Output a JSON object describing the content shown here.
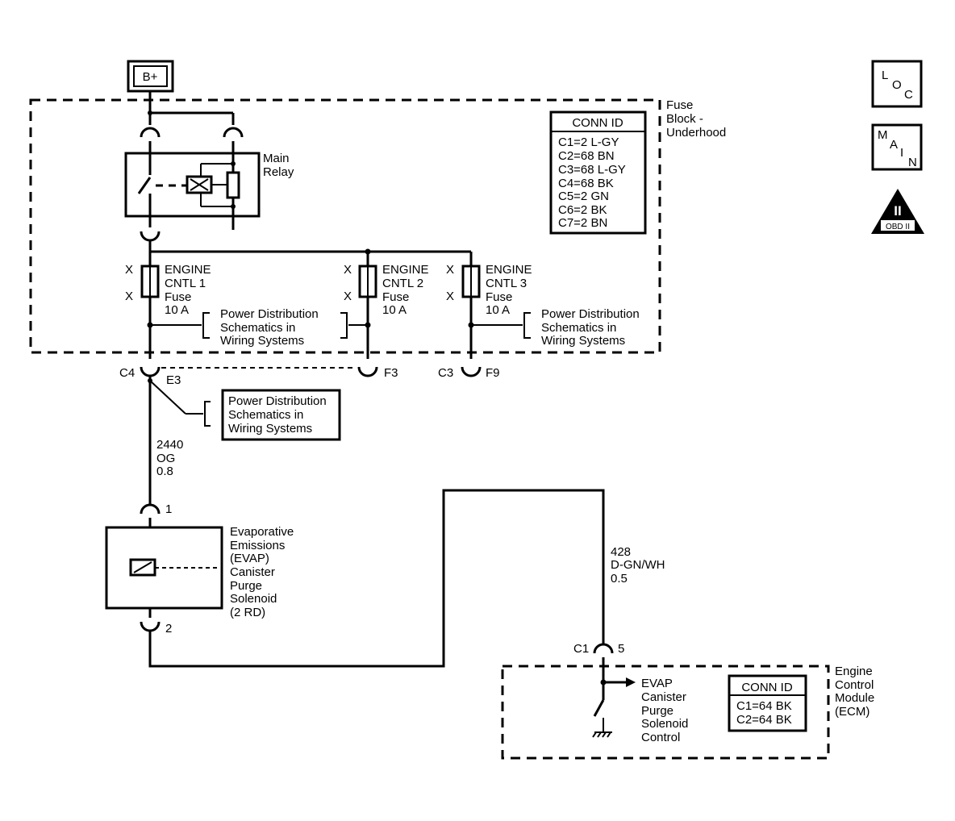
{
  "battery": {
    "label": "B+"
  },
  "fuse_block": {
    "name_lines": [
      "Fuse",
      "Block -",
      "Underhood"
    ],
    "conn_id": {
      "title": "CONN ID",
      "rows": [
        "C1=2 L-GY",
        "C2=68 BN",
        "C3=68 L-GY",
        "C4=68 BK",
        "C5=2 GN",
        "C6=2 BK",
        "C7=2 BN"
      ]
    }
  },
  "relay": {
    "name_lines": [
      "Main",
      "Relay"
    ]
  },
  "fuses": [
    {
      "lines": [
        "ENGINE",
        "CNTL 1",
        "Fuse",
        "10 A"
      ],
      "x_marks": [
        "X",
        "X"
      ]
    },
    {
      "lines": [
        "ENGINE",
        "CNTL 2",
        "Fuse",
        "10 A"
      ],
      "x_marks": [
        "X",
        "X"
      ]
    },
    {
      "lines": [
        "ENGINE",
        "CNTL 3",
        "Fuse",
        "10 A"
      ],
      "x_marks": [
        "X",
        "X"
      ]
    }
  ],
  "power_distribution_refs": [
    {
      "lines": [
        "Power Distribution",
        "Schematics in",
        "Wiring Systems"
      ]
    },
    {
      "lines": [
        "Power Distribution",
        "Schematics in",
        "Wiring Systems"
      ]
    },
    {
      "lines": [
        "Power Distribution",
        "Schematics in",
        "Wiring Systems"
      ]
    }
  ],
  "connectors": {
    "c4": "C4",
    "e3": "E3",
    "f3": "F3",
    "c3": "C3",
    "f9": "F9",
    "pin1": "1",
    "pin2": "2",
    "c1": "C1",
    "pin5": "5"
  },
  "wires": {
    "w2440": [
      "2440",
      "OG",
      "0.8"
    ],
    "w428": [
      "428",
      "D-GN/WH",
      "0.5"
    ]
  },
  "solenoid": {
    "lines": [
      "Evaporative",
      "Emissions",
      "(EVAP)",
      "Canister",
      "Purge",
      "Solenoid",
      "(2 RD)"
    ]
  },
  "ecm": {
    "name_lines": [
      "Engine",
      "Control",
      "Module",
      "(ECM)"
    ],
    "control_lines": [
      "EVAP",
      "Canister",
      "Purge",
      "Solenoid",
      "Control"
    ],
    "conn_id": {
      "title": "CONN ID",
      "rows": [
        "C1=64 BK",
        "C2=64 BK"
      ]
    }
  },
  "badges": {
    "loc": [
      "L",
      "O",
      "C"
    ],
    "main": [
      "M",
      "A",
      "I",
      "N"
    ],
    "obd": {
      "numeral": "II",
      "label": "OBD II"
    }
  }
}
